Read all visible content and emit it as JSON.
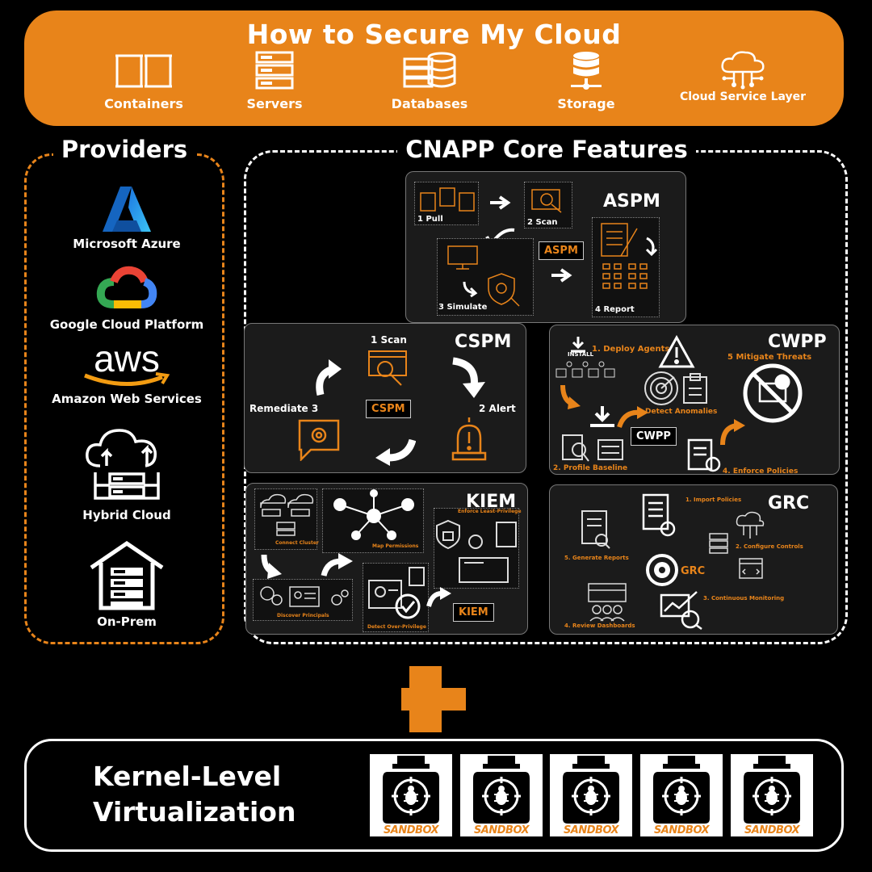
{
  "banner": {
    "title": "How to Secure My Cloud",
    "resources": [
      {
        "label": "Containers",
        "icon": "containers-icon"
      },
      {
        "label": "Servers",
        "icon": "servers-icon"
      },
      {
        "label": "Databases",
        "icon": "databases-icon"
      },
      {
        "label": "Storage",
        "icon": "storage-icon"
      },
      {
        "label": "Cloud Service Layer",
        "icon": "cloud-service-icon"
      }
    ]
  },
  "providers": {
    "title": "Providers",
    "items": [
      {
        "label": "Microsoft Azure",
        "icon": "azure-logo"
      },
      {
        "label": "Google Cloud Platform",
        "icon": "gcp-logo"
      },
      {
        "label": "Amazon Web Services",
        "icon": "aws-logo",
        "logo_text": "aws"
      },
      {
        "label": "Hybrid Cloud",
        "icon": "hybrid-cloud-icon"
      },
      {
        "label": "On-Prem",
        "icon": "on-prem-icon"
      }
    ]
  },
  "cnapp": {
    "title": "CNAPP Core Features",
    "aspm": {
      "title": "ASPM",
      "tag": "ASPM",
      "steps": [
        "1 Pull",
        "2 Scan",
        "3 Simulate",
        "4 Report"
      ]
    },
    "cspm": {
      "title": "CSPM",
      "tag": "CSPM",
      "steps": [
        "1 Scan",
        "2 Alert",
        "Remediate 3"
      ]
    },
    "cwpp": {
      "title": "CWPP",
      "tag": "CWPP",
      "install_label": "INSTALL",
      "steps": [
        "1. Deploy Agents",
        "2. Profile Baseline",
        "Detect Anomalies",
        "4. Enforce Policies",
        "5 Mitigate Threats"
      ]
    },
    "kiem": {
      "title": "KIEM",
      "tag": "KIEM",
      "steps": [
        "Connect Cluster",
        "Map Permissions",
        "Enforce Least-Privilege",
        "Discover Principals",
        "Detect Over-Privilege"
      ]
    },
    "grc": {
      "title": "GRC",
      "tag": "GRC",
      "steps": [
        "1. Import Policies",
        "2. Configure Controls",
        "3. Continuous Monitoring",
        "4. Review Dashboards",
        "5. Generate Reports"
      ]
    }
  },
  "kernel": {
    "title_line1": "Kernel-Level",
    "title_line2": "Virtualization",
    "sandbox_label": "SANDBOX",
    "sandbox_count": 5
  },
  "colors": {
    "accent": "#e8841a",
    "background": "#000000",
    "text": "#ffffff"
  }
}
